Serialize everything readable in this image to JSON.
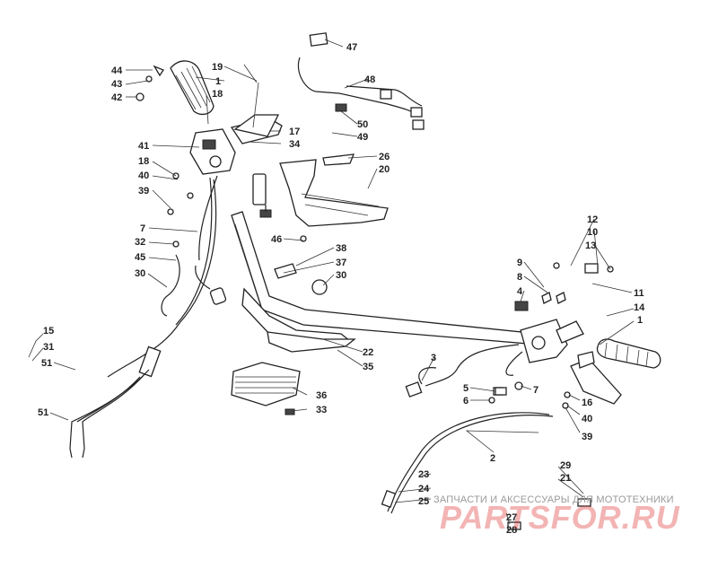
{
  "callouts": {
    "c1a": "1",
    "c1b": "1",
    "c2": "2",
    "c3": "3",
    "c4": "4",
    "c5": "5",
    "c6": "6",
    "c7a": "7",
    "c7b": "7",
    "c8": "8",
    "c9": "9",
    "c10": "10",
    "c11": "11",
    "c12": "12",
    "c13": "13",
    "c14": "14",
    "c15": "15",
    "c16": "16",
    "c17": "17",
    "c18a": "18",
    "c18b": "18",
    "c19": "19",
    "c20": "20",
    "c21": "21",
    "c22": "22",
    "c23": "23",
    "c24": "24",
    "c25": "25",
    "c26": "26",
    "c27": "27",
    "c28": "28",
    "c29": "29",
    "c30a": "30",
    "c30b": "30",
    "c31": "31",
    "c32": "32",
    "c33": "33",
    "c34": "34",
    "c35": "35",
    "c36": "36",
    "c37": "37",
    "c38": "38",
    "c39a": "39",
    "c39b": "39",
    "c40a": "40",
    "c40b": "40",
    "c41": "41",
    "c42": "42",
    "c43": "43",
    "c44": "44",
    "c45": "45",
    "c46": "46",
    "c47": "47",
    "c48": "48",
    "c49": "49",
    "c50": "50",
    "c51a": "51",
    "c51b": "51"
  },
  "watermark": {
    "tagline": "ЗАПЧАСТИ И АКСЕССУАРЫ ДЛЯ МОТОТЕХНИКИ",
    "logo": "PARTSFOR.RU"
  }
}
